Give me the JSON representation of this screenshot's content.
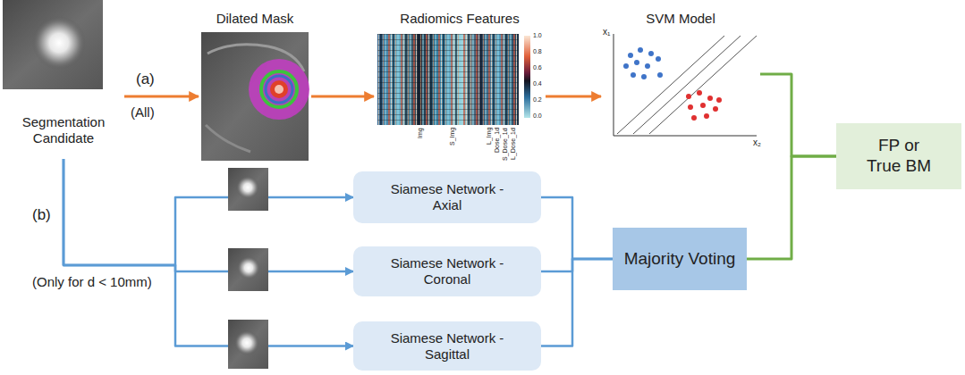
{
  "diagram": {
    "nodes": [
      {
        "text": [
          "Segmentation Candidate"
        ]
      },
      {
        "text": [
          "Dilated Mask"
        ]
      },
      {
        "text": [
          "Radiomics Features"
        ]
      },
      {
        "text": [
          "SVM Model"
        ]
      },
      {
        "text": [
          "Siamese Network - Axial"
        ]
      },
      {
        "text": [
          "Siamese Network - Coronal"
        ]
      },
      {
        "text": [
          "Siamese Network - Sagittal"
        ]
      },
      {
        "text": [
          "Majority Voting"
        ]
      },
      {
        "text": [
          "FP or True BM"
        ]
      }
    ],
    "edges": [
      {
        "from": 0,
        "to": 1,
        "arrow": "to"
      },
      {
        "from": 1,
        "to": 2,
        "arrow": "to"
      },
      {
        "from": 2,
        "to": 3,
        "arrow": "to"
      },
      {
        "from": 0,
        "to": 4,
        "arrow": "to"
      },
      {
        "from": 0,
        "to": 5,
        "arrow": "to"
      },
      {
        "from": 0,
        "to": 6,
        "arrow": "to"
      },
      {
        "from": 4,
        "to": 7,
        "arrow": "none"
      },
      {
        "from": 5,
        "to": 7,
        "arrow": "none"
      },
      {
        "from": 6,
        "to": 7,
        "arrow": "none"
      },
      {
        "from": 3,
        "to": 8,
        "arrow": "none"
      },
      {
        "from": 7,
        "to": 8,
        "arrow": "none"
      }
    ],
    "labels": [
      "(a)",
      "(All)",
      "(b)",
      "(Only for d < 10mm)",
      "1.0",
      "0.8",
      "0.6",
      "0.4",
      "0.2",
      "0.0",
      "Img",
      "S_Img",
      "L_Img",
      "Dose_1d",
      "S_Dose_1d",
      "L_Dose_1d",
      "x₁",
      "x₂"
    ]
  }
}
